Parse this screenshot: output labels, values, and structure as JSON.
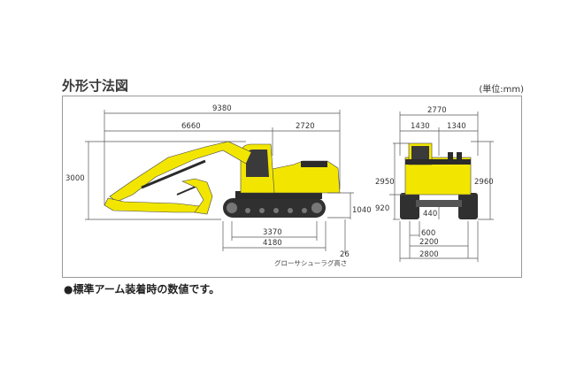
{
  "title": "外形寸法図",
  "unit": "(単位:mm)",
  "note": "●標準アーム装着時の数値です。",
  "side_view": {
    "overall_length": "9380",
    "front_length": "6660",
    "rear_length": "2720",
    "overall_height": "3000",
    "cab_height": "2950",
    "tumbler_distance": "3370",
    "track_length": "4180",
    "counterweight_clearance": "1040",
    "ground_clearance": "920",
    "grouser_height": "26",
    "grouser_label": "グローサシューラグ高さ"
  },
  "front_view": {
    "overall_width": "2770",
    "upper_left": "1430",
    "upper_right": "1340",
    "overall_height": "2960",
    "ground_clearance": "440",
    "shoe_width": "600",
    "track_gauge": "2200",
    "undercarriage_width": "2800"
  },
  "colors": {
    "machine": "#f2e600",
    "dark": "#2b2b2b",
    "cab_glass": "#3a3a3a",
    "track": "#303030"
  }
}
